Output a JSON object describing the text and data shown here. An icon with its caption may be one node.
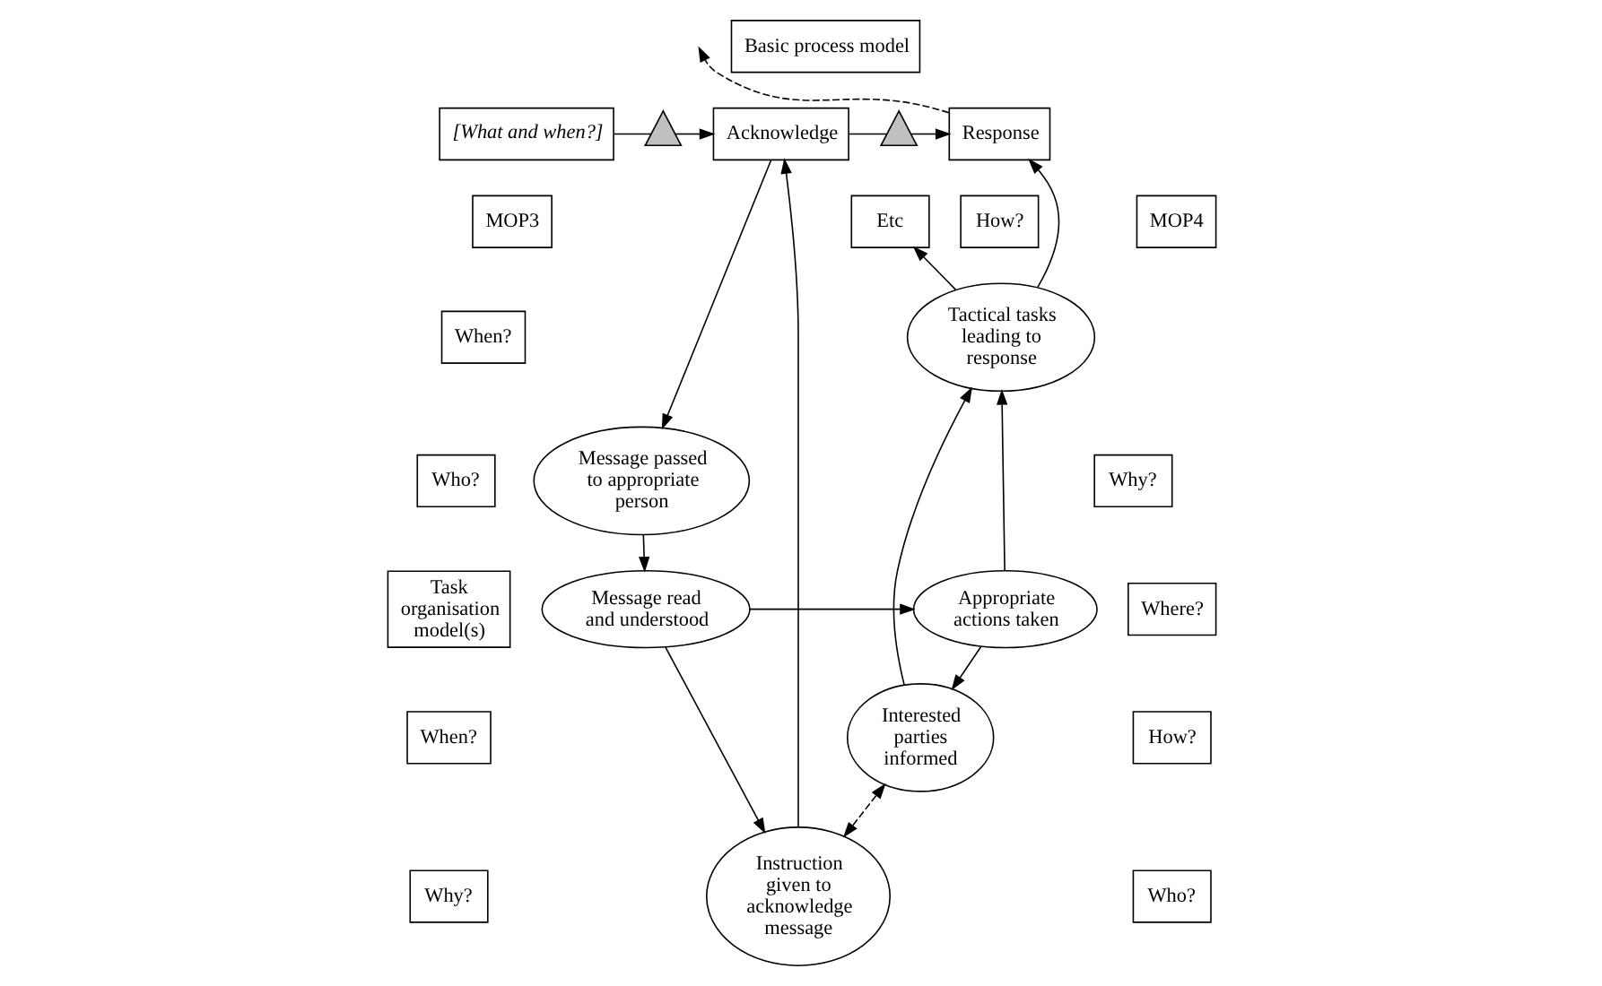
{
  "diagram": {
    "nodes": [
      {
        "text": [
          "Basic process model"
        ]
      },
      {
        "text": [
          "[What and when?]"
        ]
      },
      {
        "text": [],
        "shape": "triangle"
      },
      {
        "text": [
          "Acknowledge"
        ]
      },
      {
        "text": [],
        "shape": "triangle"
      },
      {
        "text": [
          "Response"
        ]
      },
      {
        "text": [
          "MOP3"
        ]
      },
      {
        "text": [
          "MOP4"
        ]
      },
      {
        "text": [
          "How?"
        ]
      },
      {
        "text": [
          "Etc"
        ]
      },
      {
        "text": [
          "When?"
        ]
      },
      {
        "text": [
          "Tactical tasks leading to response"
        ]
      },
      {
        "text": [
          "Message passed to appropriate person"
        ]
      },
      {
        "text": [
          "Why?"
        ]
      },
      {
        "text": [
          "Who?"
        ]
      },
      {
        "text": [
          "Task organisation model(s)"
        ]
      },
      {
        "text": [
          "Message read and understood"
        ]
      },
      {
        "text": [
          "Appropriate actions taken"
        ]
      },
      {
        "text": [
          "Where?"
        ]
      },
      {
        "text": [
          "When?"
        ]
      },
      {
        "text": [
          "How?"
        ]
      },
      {
        "text": [
          "Interested parties informed"
        ]
      },
      {
        "text": [
          "Instruction given to acknowledge message"
        ]
      },
      {
        "text": [
          "Why?"
        ]
      },
      {
        "text": [
          "Who?"
        ]
      }
    ],
    "edges": [
      {
        "from": 1,
        "to": 2,
        "arrow": "none"
      },
      {
        "from": 2,
        "to": 3,
        "arrow": "to"
      },
      {
        "from": 3,
        "to": 4,
        "arrow": "none"
      },
      {
        "from": 4,
        "to": 5,
        "arrow": "to"
      },
      {
        "from": 5,
        "to": null,
        "arrow": "to",
        "style": "dashed"
      },
      {
        "from": 22,
        "to": 3,
        "arrow": "to"
      },
      {
        "from": 3,
        "to": 12,
        "arrow": "to"
      },
      {
        "from": 12,
        "to": 16,
        "arrow": "to"
      },
      {
        "from": 16,
        "to": 17,
        "arrow": "to"
      },
      {
        "from": 16,
        "to": 22,
        "arrow": "to"
      },
      {
        "from": 17,
        "to": 11,
        "arrow": "to"
      },
      {
        "from": 17,
        "to": 21,
        "arrow": "to"
      },
      {
        "from": 21,
        "to": 11,
        "arrow": "to"
      },
      {
        "from": 11,
        "to": 5,
        "arrow": "to"
      },
      {
        "from": 11,
        "to": 9,
        "arrow": "to"
      },
      {
        "from": 22,
        "to": 21,
        "arrow": "both",
        "style": "dashed"
      }
    ]
  }
}
